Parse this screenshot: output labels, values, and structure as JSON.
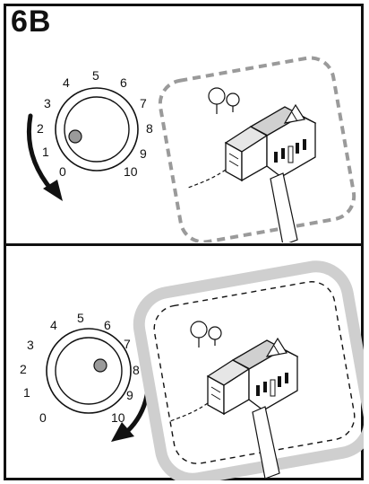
{
  "figure_label": "6B",
  "dial_numbers": [
    "0",
    "1",
    "2",
    "3",
    "4",
    "5",
    "6",
    "7",
    "8",
    "9",
    "10"
  ],
  "panels": [
    {
      "id": "top",
      "knob_setting": 2,
      "rotation": "counterclockwise",
      "boundary_highlight": false
    },
    {
      "id": "bottom",
      "knob_setting": 8,
      "rotation": "clockwise",
      "boundary_highlight": true
    }
  ],
  "colors": {
    "knob_dot": "#9a9a9a",
    "highlight": "#cfcfcf",
    "line": "#111111"
  }
}
